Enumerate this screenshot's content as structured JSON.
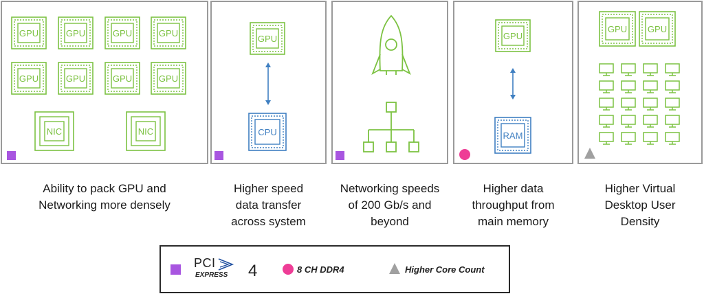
{
  "colors": {
    "green": "#7cc242",
    "blue": "#3f7fc1",
    "purple": "#a855e0",
    "pink": "#ee3d96",
    "gray": "#a0a0a0"
  },
  "panels": [
    {
      "chip_label": "GPU",
      "nic_label": "NIC",
      "marker": "purple-square",
      "caption_lines": [
        "Ability to pack GPU and",
        "Networking more densely"
      ]
    },
    {
      "top_label": "GPU",
      "bottom_label": "CPU",
      "marker": "purple-square",
      "caption_lines": [
        "Higher speed",
        "data transfer",
        "across system"
      ]
    },
    {
      "icons": [
        "rocket-icon",
        "network-tree-icon"
      ],
      "marker": "purple-square",
      "caption_lines": [
        "Networking speeds",
        "of 200 Gb/s and",
        "beyond"
      ]
    },
    {
      "top_label": "GPU",
      "bottom_label": "RAM",
      "marker": "pink-circle",
      "caption_lines": [
        "Higher data",
        "throughput from",
        "main memory"
      ]
    },
    {
      "top_label": "GPU",
      "marker": "gray-triangle",
      "caption_lines": [
        "Higher Virtual",
        "Desktop User",
        "Density"
      ]
    }
  ],
  "legend": {
    "pci_top": "PCI",
    "pci_bottom": "EXPRESS",
    "pci_version": "4",
    "memory": "8 CH DDR4",
    "cores": "Higher Core Count"
  }
}
